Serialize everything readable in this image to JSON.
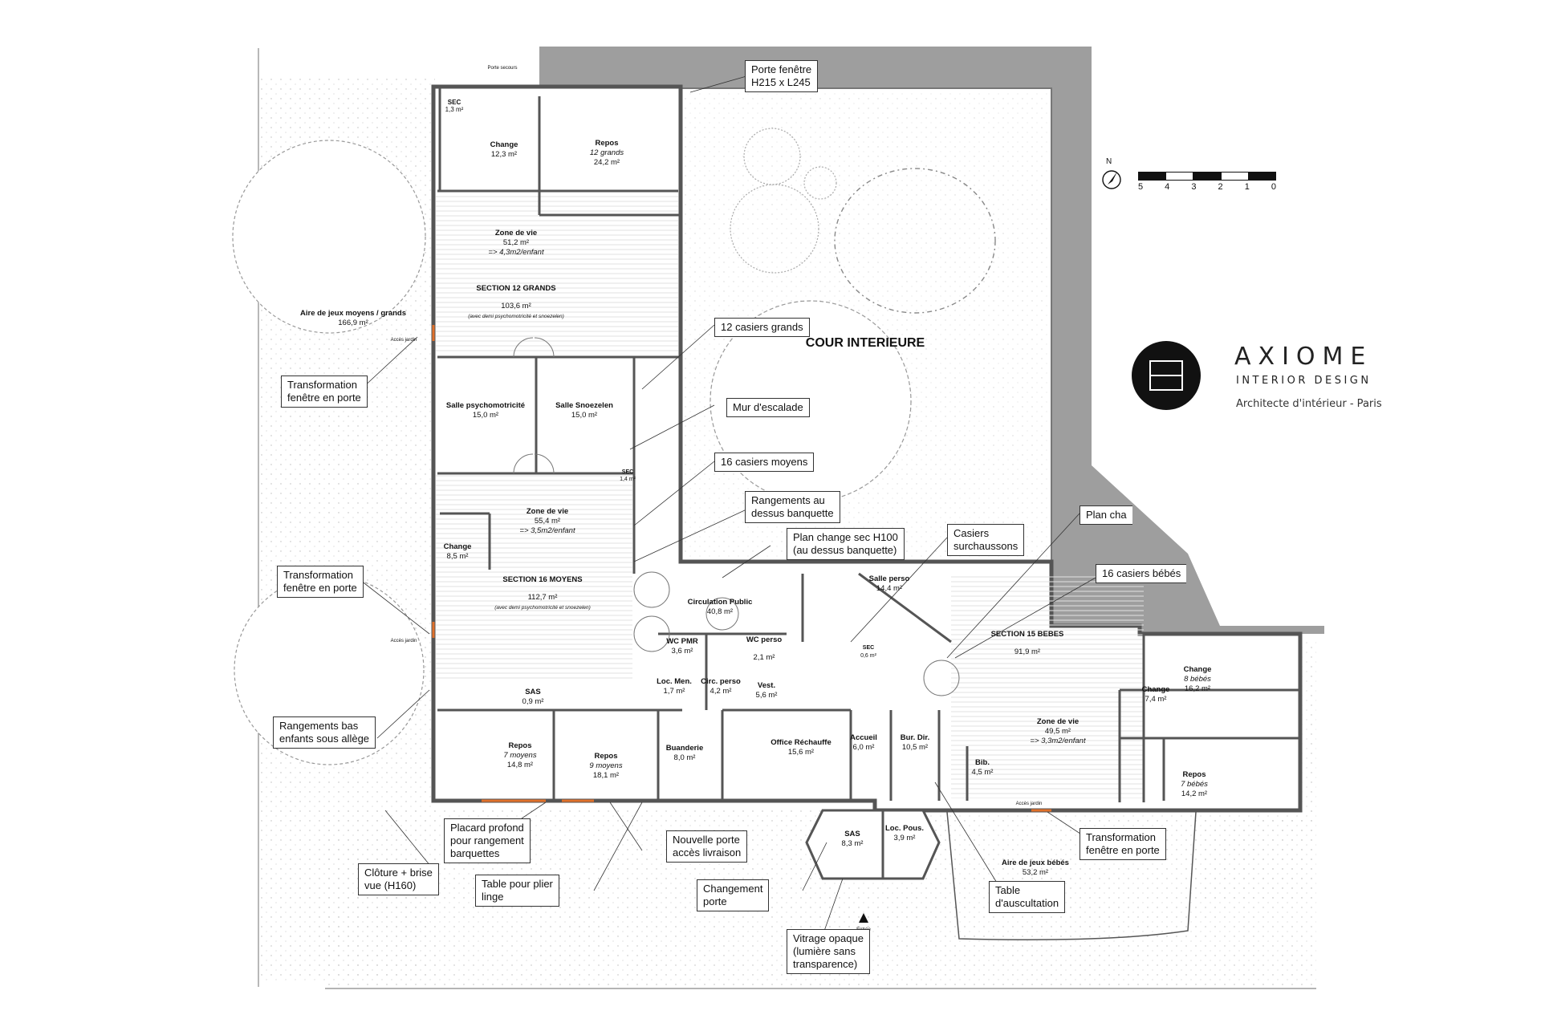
{
  "plan": {
    "courtyard_title": "COUR INTERIEURE",
    "rooms": [
      {
        "name": "SEC",
        "area": "1,3 m²"
      },
      {
        "name": "Change",
        "area": "12,3 m²"
      },
      {
        "name": "Repos",
        "detail": "12 grands",
        "area": "24,2 m²"
      },
      {
        "name": "Zone de vie",
        "area": "51,2 m²",
        "ratio": "=> 4,3m2/enfant"
      },
      {
        "name": "SECTION 12 GRANDS",
        "area": "103,6 m²",
        "note": "(avec demi psychomotricité et snoezelen)"
      },
      {
        "name": "Aire de jeux moyens / grands",
        "area": "166,9 m²"
      },
      {
        "name": "Salle psychomotricité",
        "area": "15,0 m²"
      },
      {
        "name": "Salle Snoezelen",
        "area": "15,0 m²"
      },
      {
        "name": "SEC",
        "area": "1,4 m²"
      },
      {
        "name": "Zone de vie",
        "area": "55,4 m²",
        "ratio": "=> 3,5m2/enfant"
      },
      {
        "name": "Change",
        "area": "8,5 m²"
      },
      {
        "name": "SECTION 16 MOYENS",
        "area": "112,7 m²",
        "note": "(avec demi psychomotricité et snoezelen)"
      },
      {
        "name": "Circulation Public",
        "area": "40,8 m²"
      },
      {
        "name": "Salle perso",
        "area": "14,4 m²"
      },
      {
        "name": "WC PMR",
        "area": "3,6 m²"
      },
      {
        "name": "WC perso",
        "area": "2,1 m²"
      },
      {
        "name": "SEC",
        "area": "0,6 m²"
      },
      {
        "name": "SECTION 15 BEBES",
        "area": "91,9 m²"
      },
      {
        "name": "Change",
        "detail": "8 bébés",
        "area": "16,2 m²"
      },
      {
        "name": "Change",
        "area": "7,4 m²"
      },
      {
        "name": "SAS",
        "area": "0,9 m²"
      },
      {
        "name": "Loc. Men.",
        "area": "1,7 m²"
      },
      {
        "name": "Circ. perso",
        "area": "4,2 m²"
      },
      {
        "name": "Vest.",
        "area": "5,6 m²"
      },
      {
        "name": "Repos",
        "detail": "7 moyens",
        "area": "14,8 m²"
      },
      {
        "name": "Repos",
        "detail": "9 moyens",
        "area": "18,1 m²"
      },
      {
        "name": "Buanderie",
        "area": "8,0 m²"
      },
      {
        "name": "Office Réchauffe",
        "area": "15,6 m²"
      },
      {
        "name": "Accueil",
        "area": "6,0 m²"
      },
      {
        "name": "Bur. Dir.",
        "area": "10,5 m²"
      },
      {
        "name": "Bib.",
        "area": "4,5 m²"
      },
      {
        "name": "Zone de vie",
        "area": "49,5 m²",
        "ratio": "=> 3,3m2/enfant"
      },
      {
        "name": "Repos",
        "detail": "7 bébés",
        "area": "14,2 m²"
      },
      {
        "name": "SAS",
        "area": "8,3 m²"
      },
      {
        "name": "Loc. Pous.",
        "area": "3,9 m²"
      },
      {
        "name": "Aire de jeux bébés",
        "area": "53,2 m²"
      }
    ],
    "small_marks": {
      "porte_secours": "Porte secours",
      "acces_jardin": "Accès jardin",
      "entree": "Entrée"
    }
  },
  "callouts": [
    {
      "text": "Porte fenêtre\nH215 x L245"
    },
    {
      "text": "12 casiers grands"
    },
    {
      "text": "Transformation\nfenêtre en porte"
    },
    {
      "text": "Mur d'escalade"
    },
    {
      "text": "16 casiers moyens"
    },
    {
      "text": "Rangements au\ndessus banquette"
    },
    {
      "text": "Plan change sec H100\n(au dessus banquette)"
    },
    {
      "text": "Casiers\nsurchaussons"
    },
    {
      "text": "Plan cha"
    },
    {
      "text": "16 casiers bébés"
    },
    {
      "text": "Transformation\nfenêtre en porte"
    },
    {
      "text": "Rangements bas\nenfants sous allège"
    },
    {
      "text": "Placard profond\npour rangement\nbarquettes"
    },
    {
      "text": "Nouvelle porte\naccès livraison"
    },
    {
      "text": "Table pour plier\nlinge"
    },
    {
      "text": "Clôture + brise\nvue (H160)"
    },
    {
      "text": "Changement\nporte"
    },
    {
      "text": "Vitrage opaque\n(lumière sans\ntransparence)"
    },
    {
      "text": "Transformation\nfenêtre en porte"
    },
    {
      "text": "Table\nd'auscultation"
    }
  ],
  "brand": {
    "name": "AXIOME",
    "subtitle": "INTERIOR DESIGN",
    "tagline": "Architecte d'intérieur - Paris"
  },
  "north": {
    "label": "N"
  },
  "scale": {
    "ticks": [
      "5",
      "4",
      "3",
      "2",
      "1",
      "0"
    ]
  },
  "colors": {
    "wall": "#555555",
    "courtyard_border": "#999999",
    "garden_hatch": "#cccccc",
    "door_accent": "#e0702a"
  }
}
